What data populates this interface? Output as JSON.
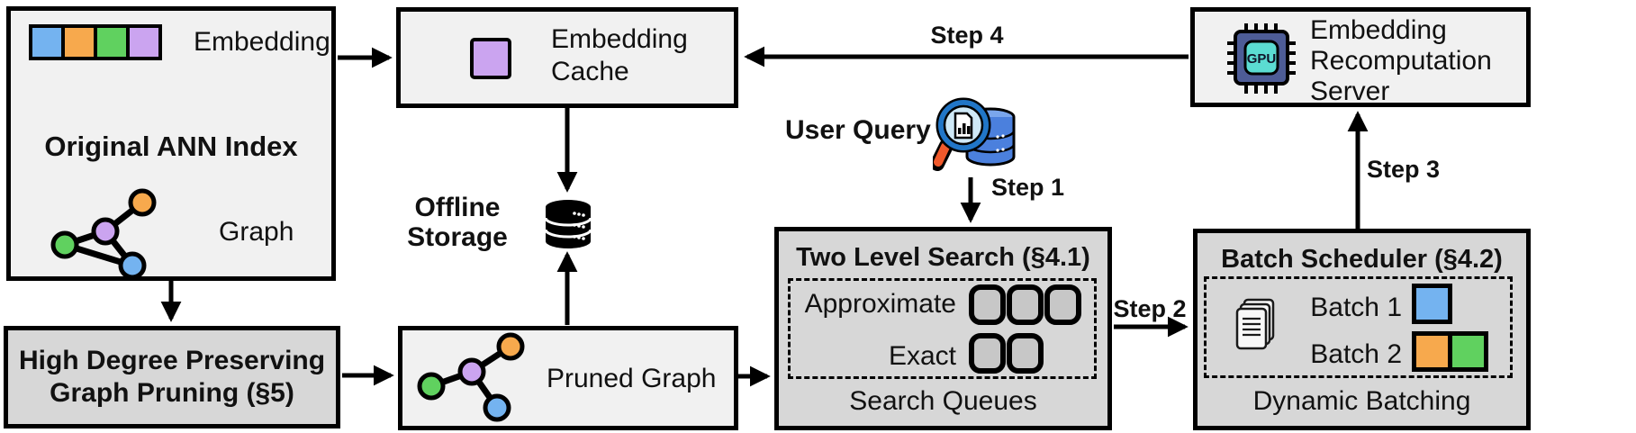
{
  "palette": {
    "blue": "#74b3f0",
    "orange": "#f7a94d",
    "green": "#60d15f",
    "purple": "#cba4f0",
    "box_light": "#f1f1f1",
    "box_gray": "#d7d7d7",
    "gpu_body": "#4d5c96",
    "gpu_core": "#5bdcd2",
    "query_rim": "#2176c7",
    "query_lens": "#cfe9f7",
    "query_handle": "#f0592b",
    "query_db": "#4b80dd",
    "query_db_top": "#7aa6ec"
  },
  "embedding_colors": [
    "#74b3f0",
    "#f7a94d",
    "#60d15f",
    "#cba4f0"
  ],
  "ann_index": {
    "embedding_label": "Embedding",
    "title": "Original ANN Index",
    "graph_label": "Graph"
  },
  "embedding_cache": {
    "line1": "Embedding",
    "line2": "Cache"
  },
  "offline_storage": {
    "line1": "Offline",
    "line2": "Storage"
  },
  "recomputation_server": {
    "line1": "Embedding",
    "line2": "Recomputation",
    "line3": "Server",
    "gpu_label": "GPU"
  },
  "user_query": {
    "label": "User Query"
  },
  "steps": {
    "step1": "Step 1",
    "step2": "Step 2",
    "step3": "Step 3",
    "step4": "Step 4"
  },
  "two_level_search": {
    "title": "Two Level Search (§4.1)",
    "row1_label": "Approximate",
    "row1_slots": 3,
    "row2_label": "Exact",
    "row2_slots": 2,
    "footer": "Search Queues"
  },
  "batch_scheduler": {
    "title": "Batch Scheduler (§4.2)",
    "row1_label": "Batch 1",
    "row1_colors": [
      "#74b3f0"
    ],
    "row2_label": "Batch 2",
    "row2_colors": [
      "#f7a94d",
      "#60d15f"
    ],
    "footer": "Dynamic Batching"
  },
  "high_degree_pruning": {
    "line1": "High Degree Preserving",
    "line2": "Graph Pruning (§5)"
  },
  "pruned_graph": {
    "label": "Pruned Graph"
  }
}
